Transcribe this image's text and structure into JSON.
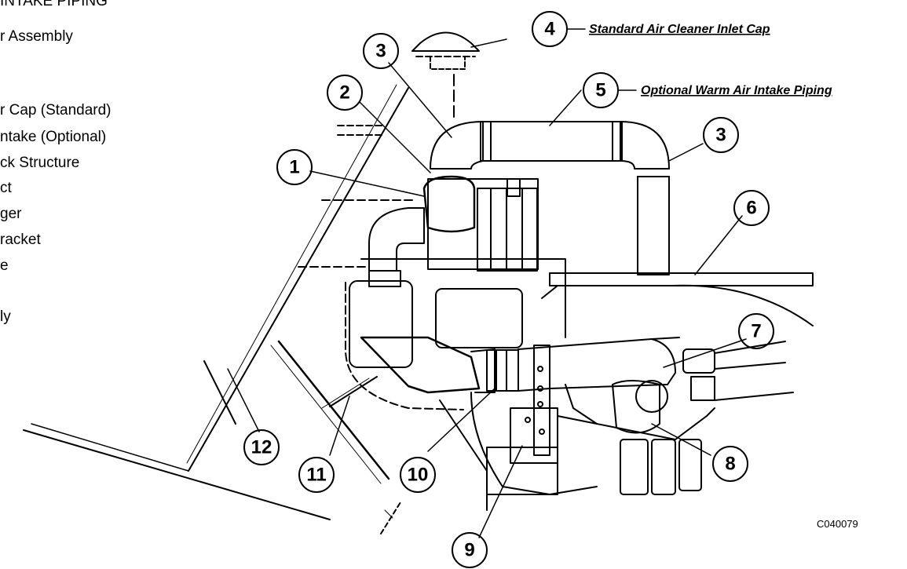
{
  "legend": {
    "title": "INTAKE PIPING",
    "items": [
      {
        "text": "r Assembly"
      },
      {
        "text": ""
      },
      {
        "text": ""
      },
      {
        "text": "r Cap (Standard)"
      },
      {
        "text": "ntake (Optional)"
      },
      {
        "text": "ck Structure"
      },
      {
        "text": "ct"
      },
      {
        "text": "ger"
      },
      {
        "text": "racket"
      },
      {
        "text": "e"
      },
      {
        "text": ""
      },
      {
        "text": "ly"
      }
    ]
  },
  "callouts": {
    "c1": "1",
    "c2": "2",
    "c3a": "3",
    "c3b": "3",
    "c4": "4",
    "c5": "5",
    "c6": "6",
    "c7": "7",
    "c8": "8",
    "c9": "9",
    "c10": "10",
    "c11": "11",
    "c12": "12"
  },
  "notes": {
    "standard_cap": "Standard Air Cleaner Inlet Cap",
    "warm_air": "Optional Warm Air Intake Piping"
  },
  "figure_id": "C040079"
}
